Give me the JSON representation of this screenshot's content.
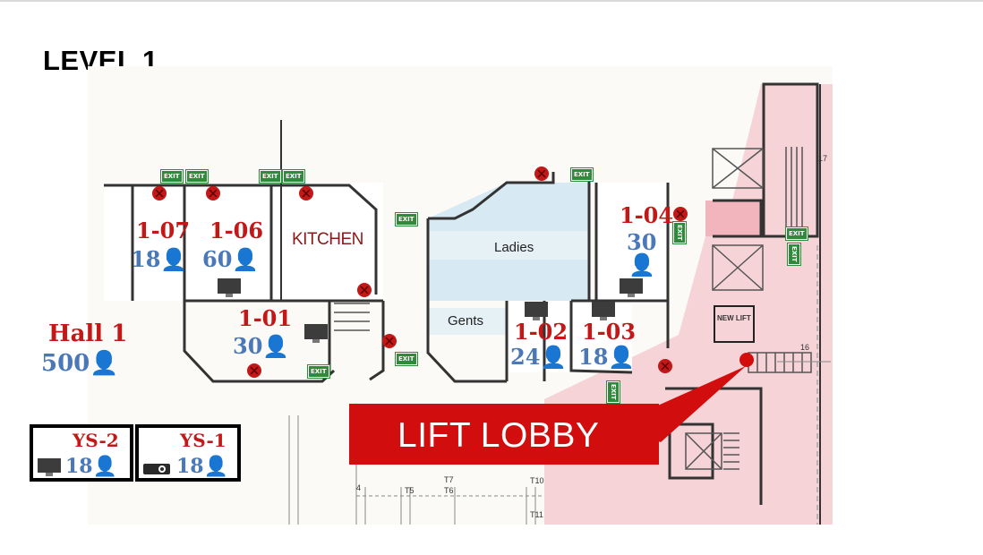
{
  "title": "LEVEL 1",
  "rooms": {
    "r107": {
      "code": "1-07",
      "capacity": "18"
    },
    "r106": {
      "code": "1-06",
      "capacity": "60"
    },
    "r101": {
      "code": "1-01",
      "capacity": "30"
    },
    "r102": {
      "code": "1-02",
      "capacity": "24"
    },
    "r103": {
      "code": "1-03",
      "capacity": "18"
    },
    "r104": {
      "code": "1-04",
      "capacity": "30"
    },
    "hall1": {
      "code": "Hall 1",
      "capacity": "500"
    },
    "ys2": {
      "code": "YS-2",
      "capacity": "18"
    },
    "ys1": {
      "code": "YS-1",
      "capacity": "18"
    }
  },
  "areas": {
    "kitchen": "KITCHEN",
    "ladies": "Ladies",
    "gents": "Gents",
    "lift_lobby": "LIFT LOBBY",
    "new_lift": "NEW LIFT"
  },
  "exit_sign": "EXIT",
  "plan_marks": [
    "17",
    "16",
    "T5",
    "T6",
    "T7",
    "T10",
    "T11",
    "4"
  ],
  "colors": {
    "room_code": "#c21818",
    "capacity": "#4a78b8",
    "lift_lobby": "#d10d0d",
    "restroom": "#d7e9f2",
    "lobby_zone": "#f5c6cc",
    "exit_green": "#2e8b3a"
  },
  "icons": [
    "person-icon",
    "monitor-icon",
    "projector-icon",
    "no-entry-icon",
    "exit-sign-icon"
  ]
}
